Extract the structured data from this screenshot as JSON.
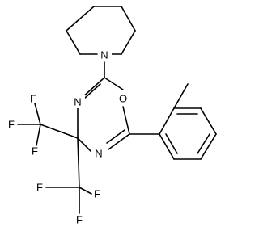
{
  "structure": {
    "atoms": {
      "piperidine_n": "N",
      "ring_n_top": "N",
      "ring_o": "O",
      "ring_n_bottom": "N",
      "cf3_upper_f1": "F",
      "cf3_upper_f2": "F",
      "cf3_upper_f3": "F",
      "cf3_lower_f1": "F",
      "cf3_lower_f2": "F",
      "cf3_lower_f3": "F"
    }
  }
}
